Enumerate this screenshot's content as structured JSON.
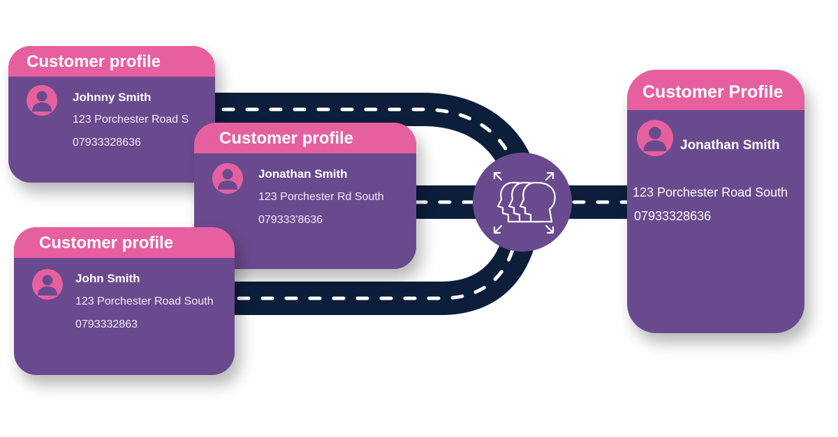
{
  "cards": [
    {
      "id": "johnny",
      "header": "Customer profile",
      "name": "Johnny Smith",
      "address": "123 Porchester Road S",
      "phone": "07933328636"
    },
    {
      "id": "jonathan",
      "header": "Customer profile",
      "name": "Jonathan Smith",
      "address": "123 Porchester Rd South",
      "phone": "079333'8636"
    },
    {
      "id": "john",
      "header": "Customer profile",
      "name": "John Smith",
      "address": "123 Porchester Road South",
      "phone": "0793332863"
    }
  ],
  "merged": {
    "header": "Customer Profile",
    "name": "Jonathan Smith",
    "address": "123 Porchester Road South",
    "phone": "07933328636"
  },
  "icons": {
    "merge_hub": "merge-people-icon",
    "avatar": "user-avatar-icon"
  },
  "colors": {
    "card_purple": "#6a4a8e",
    "header_pink": "#e660a0",
    "road_navy": "#0c1e3a",
    "dash_white": "#ffffff",
    "hub_purple": "#6a4a8e"
  }
}
